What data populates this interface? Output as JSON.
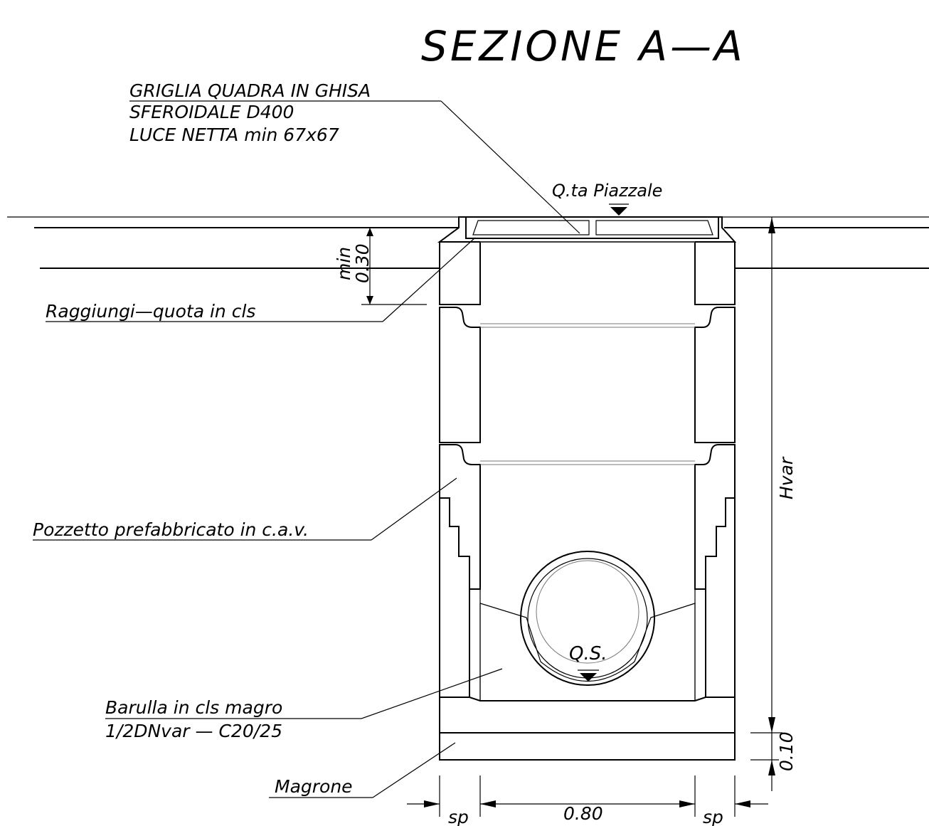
{
  "title": "SEZIONE A—A",
  "labels": {
    "grate_line1": "GRIGLIA QUADRA IN GHISA",
    "grate_line2": "SFEROIDALE D400",
    "grate_line3": "LUCE NETTA min 67x67",
    "ground_level": "Q.ta Piazzale",
    "riser": "Raggiungi—quota in cls",
    "precast_well": "Pozzetto prefabbricato in c.a.v.",
    "bedding_line1": "Barulla in cls magro",
    "bedding_line2": "1/2DNvar — C20/25",
    "lean_concrete": "Magrone",
    "invert_level": "Q.S."
  },
  "dimensions": {
    "min_cover_label": "min",
    "min_cover_value": "0.30",
    "height": "Hvar",
    "base_thickness": "0.10",
    "inner_width": "0.80",
    "wall_left": "sp",
    "wall_right": "sp"
  },
  "colors": {
    "line": "#000000",
    "hatch": "#555555",
    "fill": "#ffffff"
  }
}
